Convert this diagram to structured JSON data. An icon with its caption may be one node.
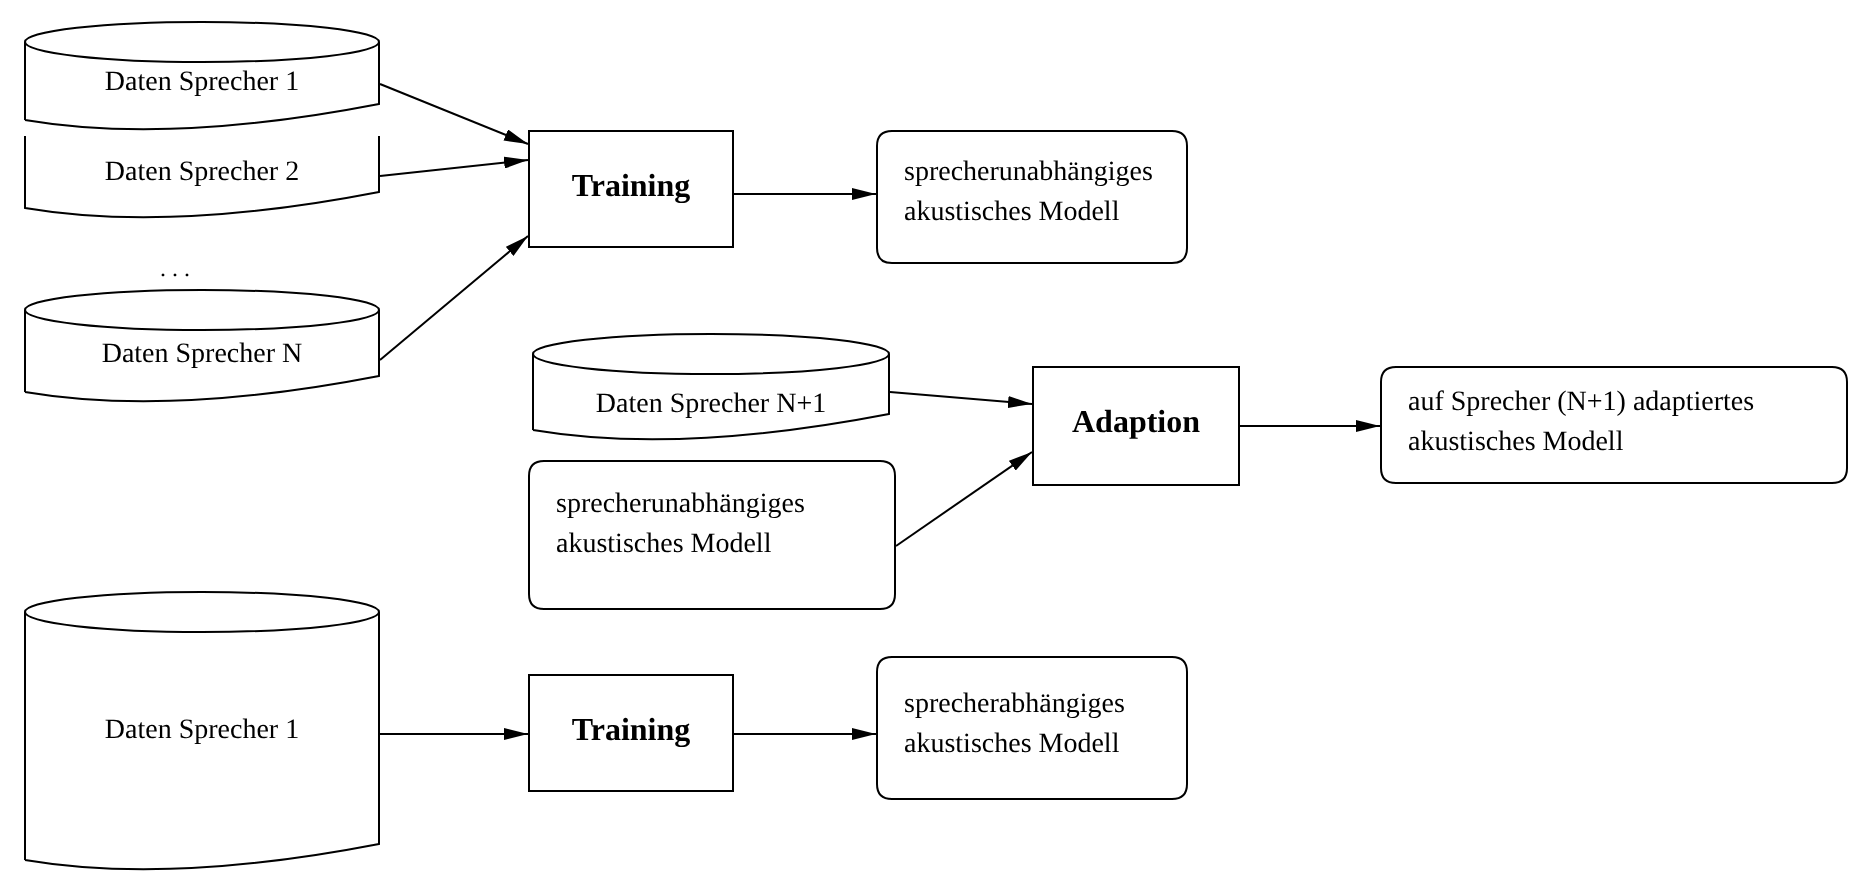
{
  "diagram": {
    "nodes": [
      {
        "text": [
          "Daten Sprecher 1"
        ]
      },
      {
        "text": [
          "Daten Sprecher 2"
        ]
      },
      {
        "text": [
          "Daten Sprecher N"
        ]
      },
      {
        "text": [
          "Training"
        ]
      },
      {
        "text": [
          "sprecherunabhängiges akustisches Modell"
        ]
      },
      {
        "text": [
          "Daten Sprecher N+1"
        ]
      },
      {
        "text": [
          "sprecherunabhängiges akustisches Modell"
        ]
      },
      {
        "text": [
          "Adaption"
        ]
      },
      {
        "text": [
          "auf Sprecher (N+1) adaptiertes akustisches Modell"
        ]
      },
      {
        "text": [
          "Daten Sprecher 1"
        ]
      },
      {
        "text": [
          "Training"
        ]
      },
      {
        "text": [
          "sprecherabhängiges akustisches Modell"
        ]
      }
    ],
    "edges": [
      {
        "from": 0,
        "to": 3,
        "arrow": "to"
      },
      {
        "from": 1,
        "to": 3,
        "arrow": "to"
      },
      {
        "from": 2,
        "to": 3,
        "arrow": "to"
      },
      {
        "from": 3,
        "to": 4,
        "arrow": "to"
      },
      {
        "from": 5,
        "to": 7,
        "arrow": "to"
      },
      {
        "from": 6,
        "to": 7,
        "arrow": "to"
      },
      {
        "from": 7,
        "to": 8,
        "arrow": "to"
      },
      {
        "from": 9,
        "to": 10,
        "arrow": "to"
      },
      {
        "from": 10,
        "to": 11,
        "arrow": "to"
      }
    ],
    "labels": [
      ". . ."
    ]
  }
}
